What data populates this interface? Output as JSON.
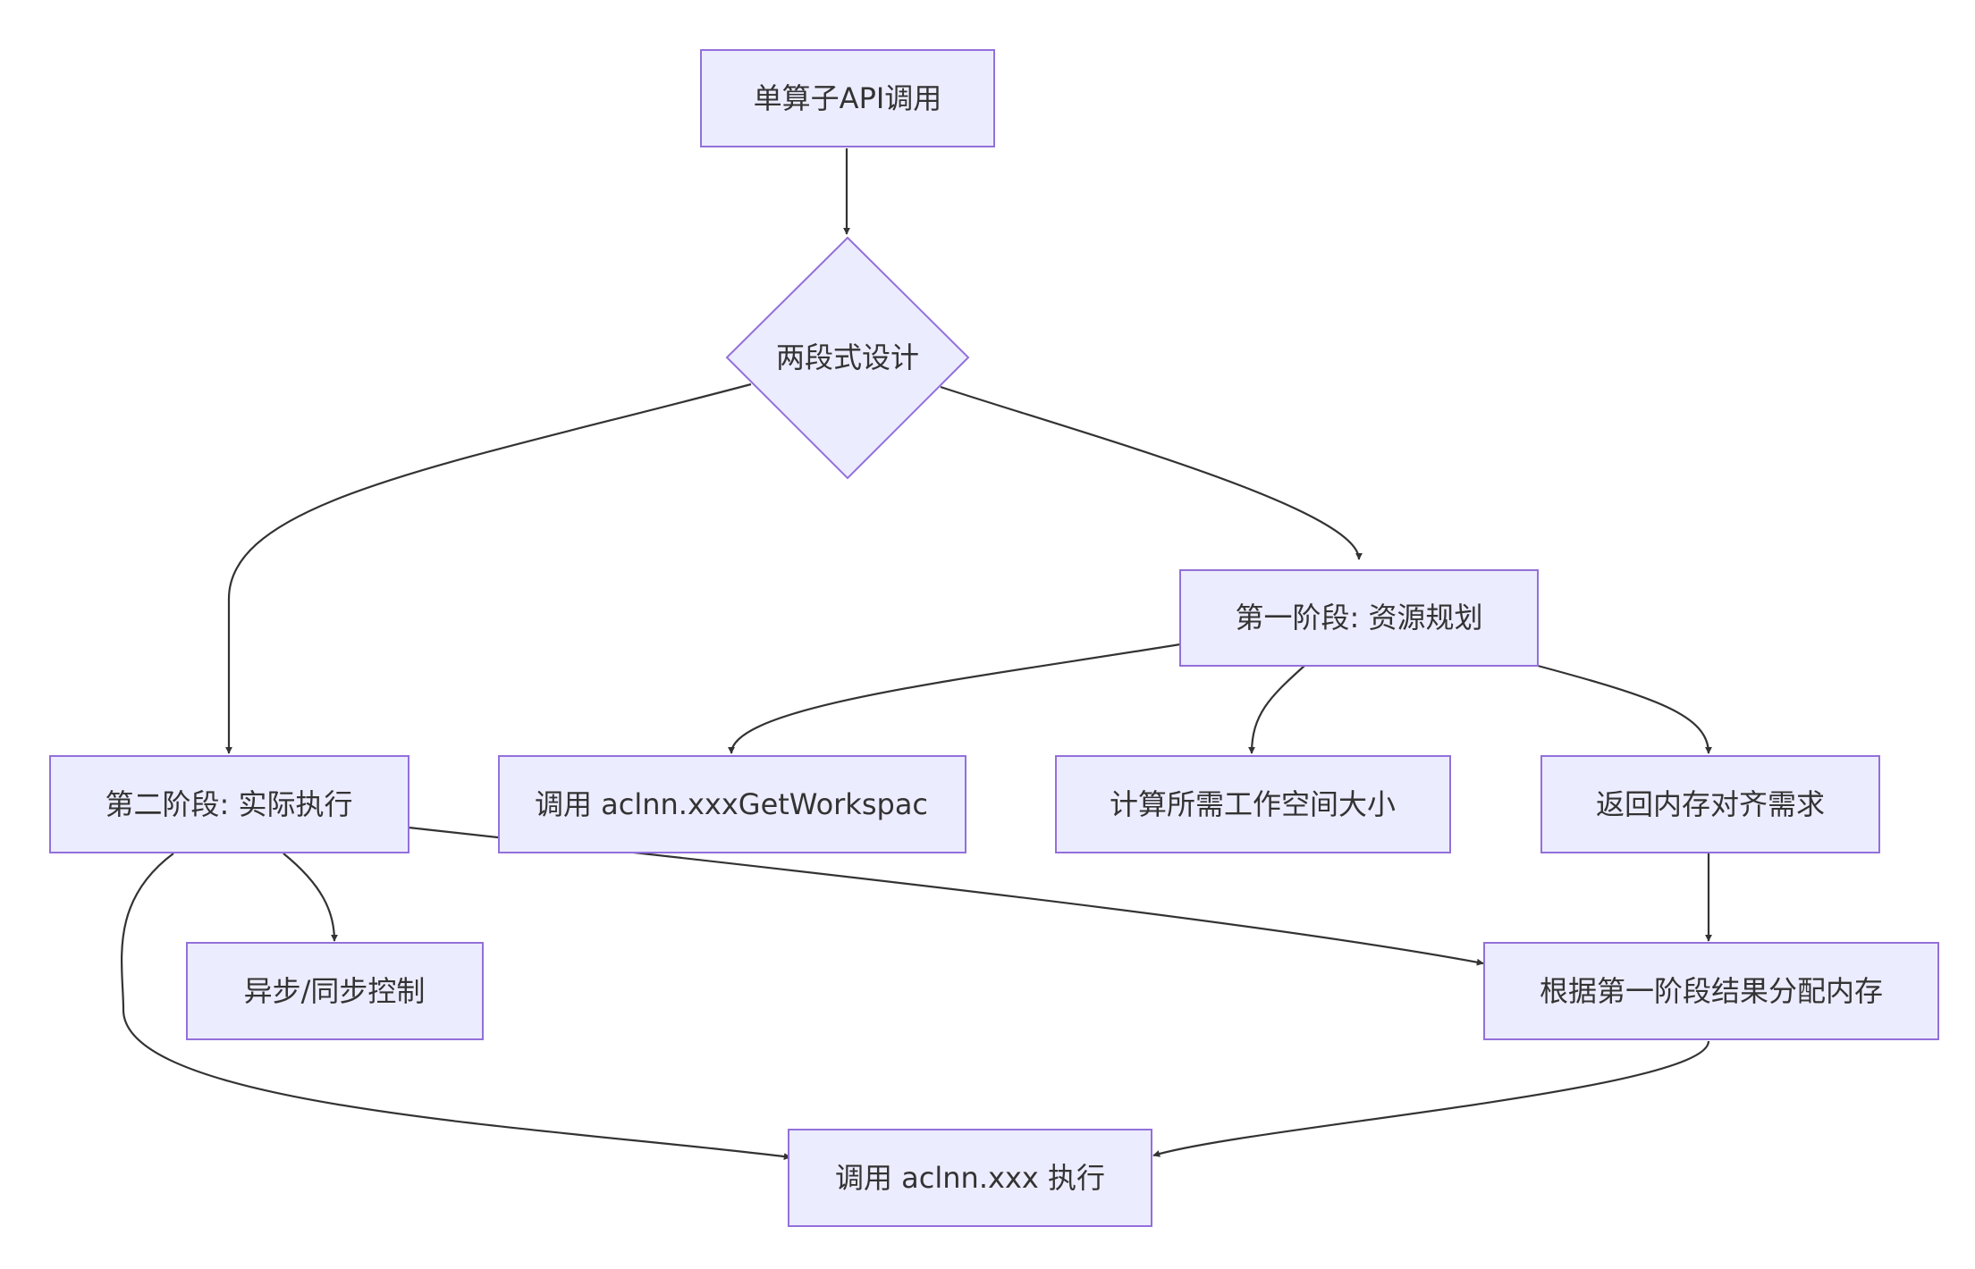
{
  "diagram": {
    "colors": {
      "node_fill": "#ececff",
      "node_stroke": "#9370db",
      "edge": "#333333",
      "text": "#333333"
    },
    "nodes": {
      "single_op_api": "单算子API调用",
      "two_stage": "两段式设计",
      "stage1": "第一阶段: 资源规划",
      "stage2": "第二阶段: 实际执行",
      "get_workspace": "调用 aclnn.xxxGetWorkspac",
      "calc_workspace": "计算所需工作空间大小",
      "mem_align": "返回内存对齐需求",
      "async_sync": "异步/同步控制",
      "alloc_mem": "根据第一阶段结果分配内存",
      "exec": "调用 aclnn.xxx 执行"
    },
    "edges": [
      {
        "from": "single_op_api",
        "to": "two_stage"
      },
      {
        "from": "two_stage",
        "to": "stage1"
      },
      {
        "from": "two_stage",
        "to": "stage2"
      },
      {
        "from": "stage1",
        "to": "get_workspace"
      },
      {
        "from": "stage1",
        "to": "calc_workspace"
      },
      {
        "from": "stage1",
        "to": "mem_align"
      },
      {
        "from": "stage2",
        "to": "alloc_mem"
      },
      {
        "from": "stage2",
        "to": "async_sync"
      },
      {
        "from": "stage2",
        "to": "exec"
      },
      {
        "from": "mem_align",
        "to": "alloc_mem"
      },
      {
        "from": "alloc_mem",
        "to": "exec"
      }
    ]
  }
}
